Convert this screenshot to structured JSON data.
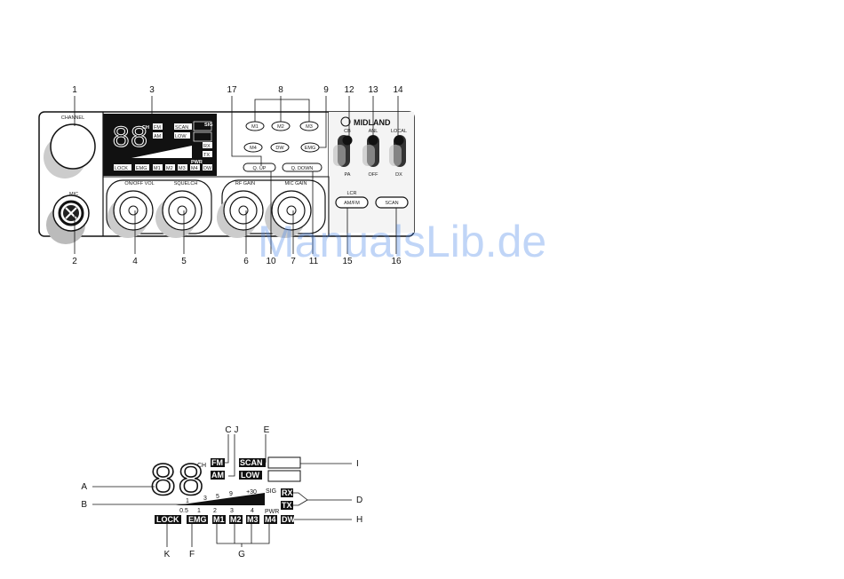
{
  "radio": {
    "callouts_top": [
      "1",
      "3",
      "17",
      "8",
      "9",
      "12",
      "13",
      "14"
    ],
    "callouts_bottom": [
      "2",
      "4",
      "5",
      "6",
      "10",
      "7",
      "11",
      "15",
      "16"
    ],
    "channel_label": "CHANNEL",
    "mic_label": "MIC",
    "lcd": {
      "digits": "88",
      "ch": "CH",
      "fm": "FM",
      "am": "AM",
      "scan": "SCAN",
      "low": "LOW",
      "rx": "RX",
      "tx": "TX",
      "sig": "SIG",
      "pwr": "PWR",
      "lock": "LOCK",
      "emg": "EMG",
      "m1": "M1",
      "m2": "M2",
      "m3": "M3",
      "m4": "M4",
      "dw": "DW"
    },
    "buttons": {
      "m1": "M1",
      "m2": "M2",
      "m3": "M3",
      "m4": "M4",
      "dw": "DW",
      "emg": "EMG",
      "q_up": "Q. UP",
      "q_down": "Q. DOWN",
      "amfm": "AM/FM",
      "scan": "SCAN"
    },
    "knobs": {
      "onoff": "ON/OFF VOL",
      "squelch": "SQUELCH",
      "rfgain": "RF GAIN",
      "micgain": "MIC GAIN"
    },
    "switches": {
      "sw1_top": "CB",
      "sw1_bottom": "PA",
      "sw2_top": "ANL",
      "sw2_bottom": "OFF",
      "sw3_top": "LOCAL",
      "sw3_bottom": "DX"
    },
    "lcr_label": "LCR",
    "brand": "MIDLAND"
  },
  "watermark": "ManualsLib.de",
  "lcd_detail": {
    "callouts": {
      "A": "A",
      "B": "B",
      "C": "C",
      "J": "J",
      "E": "E",
      "I": "I",
      "D": "D",
      "H": "H",
      "K": "K",
      "F": "F",
      "G": "G"
    },
    "digits": "88",
    "ch": "CH",
    "fm": "FM",
    "am": "AM",
    "scan": "SCAN",
    "low": "LOW",
    "rx": "RX",
    "tx": "TX",
    "sig": "SIG",
    "pwr": "PWR",
    "plus30": "+30",
    "scale_top": [
      "1",
      "3",
      "5",
      "9"
    ],
    "scale_bottom": [
      "0.5",
      "1",
      "2",
      "3",
      "4"
    ],
    "lock": "LOCK",
    "emg": "EMG",
    "m1": "M1",
    "m2": "M2",
    "m3": "M3",
    "m4": "M4",
    "dw": "DW"
  }
}
